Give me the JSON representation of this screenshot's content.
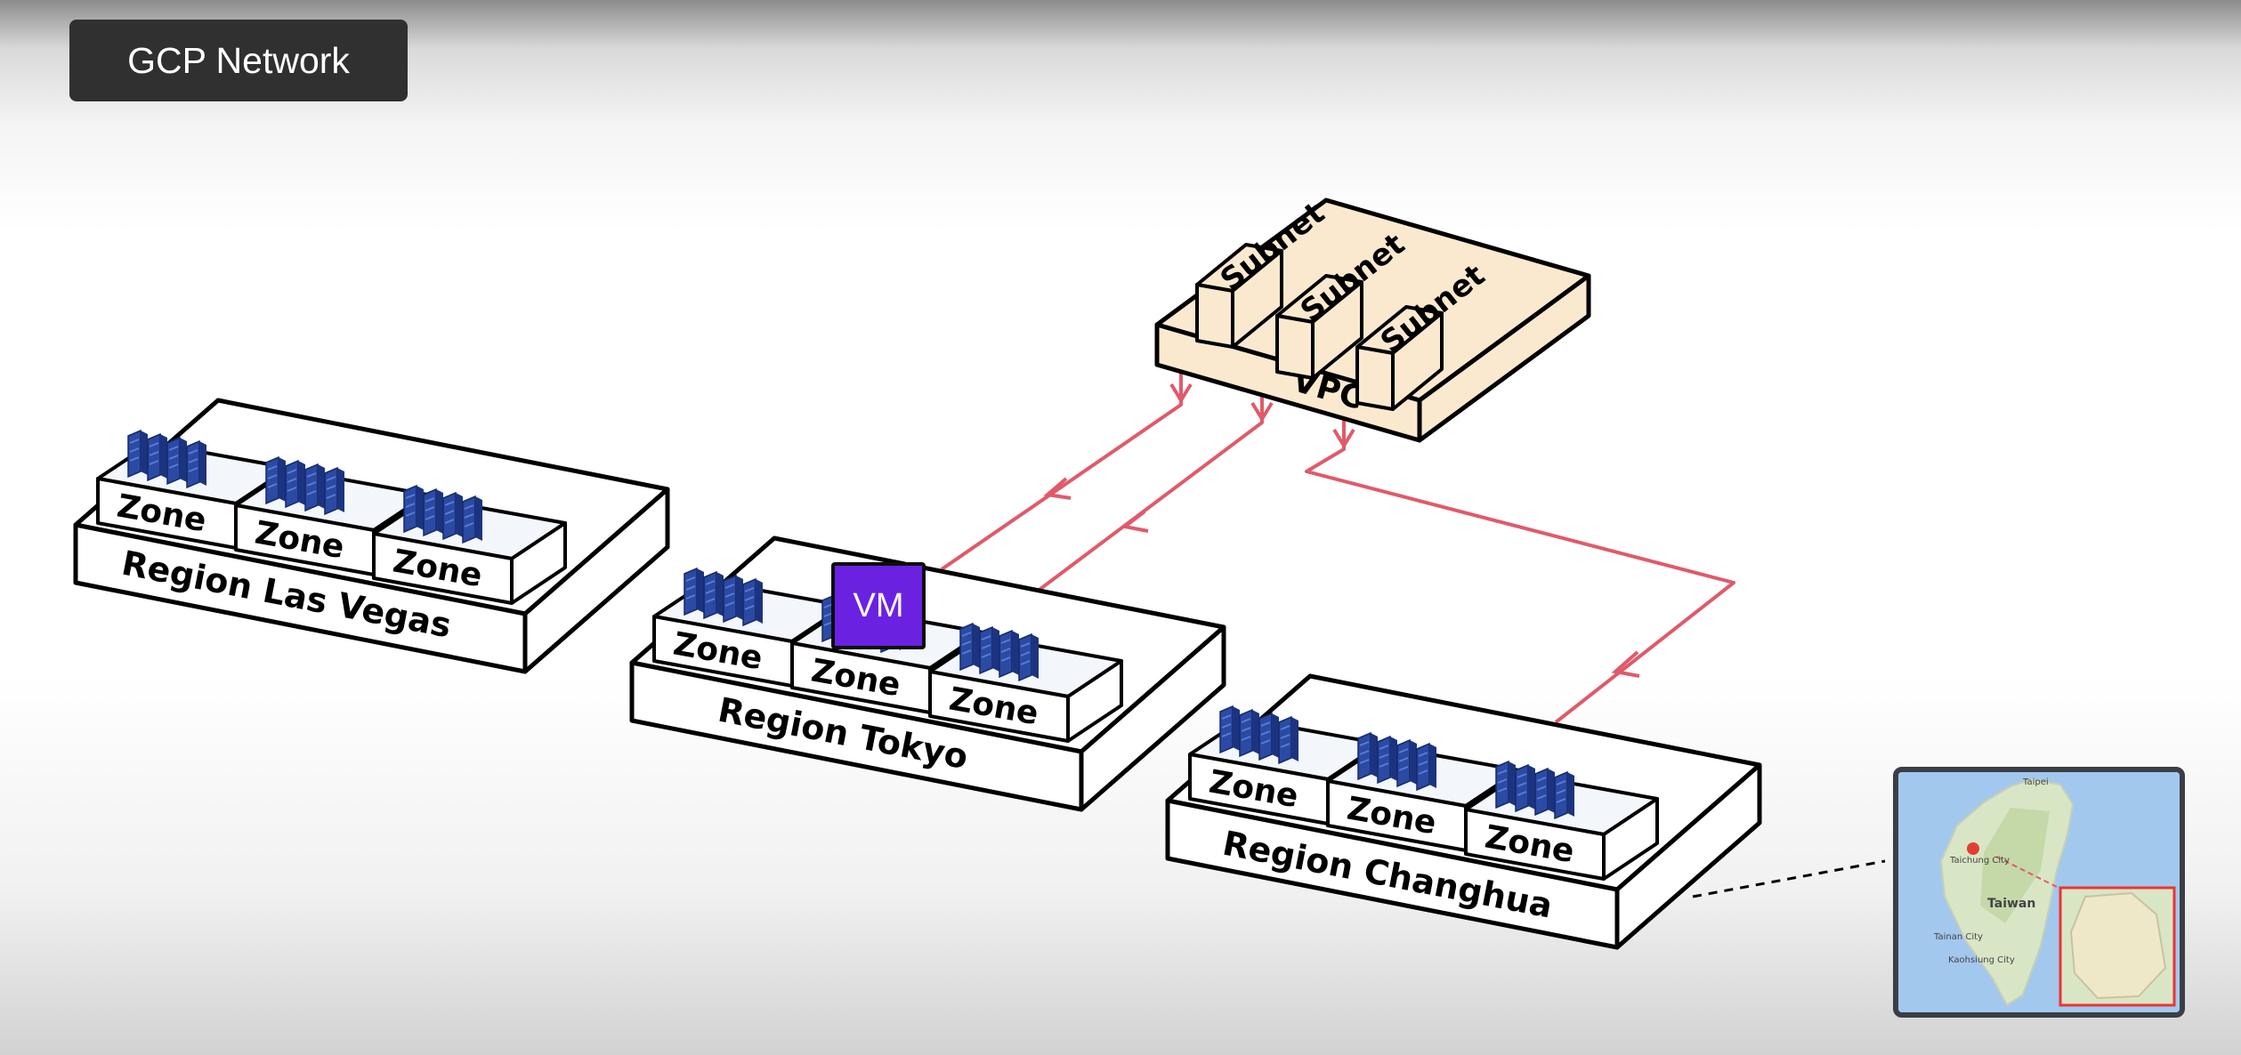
{
  "header": {
    "title": "GCP Network"
  },
  "diagram": {
    "regions": [
      {
        "name": "Region Las Vegas",
        "zones": [
          "Zone",
          "Zone",
          "Zone"
        ]
      },
      {
        "name": "Region Tokyo",
        "zones": [
          "Zone",
          "Zone",
          "Zone"
        ]
      },
      {
        "name": "Region Changhua",
        "zones": [
          "Zone",
          "Zone",
          "Zone"
        ]
      }
    ],
    "vpc": {
      "label": "VPC",
      "subnets": [
        "Subnet",
        "Subnet",
        "Subnet"
      ]
    },
    "vm": {
      "label": "VM"
    },
    "colors": {
      "connector": "#e05a6a",
      "server": "#2f4fa6",
      "vpc_fill": "#fbe9cf",
      "vm_fill": "#6a22e0"
    }
  },
  "map": {
    "city_taichung": "Taichung City",
    "city_tainan": "Tainan City",
    "city_kaohsiung": "Kaohsiung City",
    "city_taipei": "Taipei",
    "country": "Taiwan"
  }
}
